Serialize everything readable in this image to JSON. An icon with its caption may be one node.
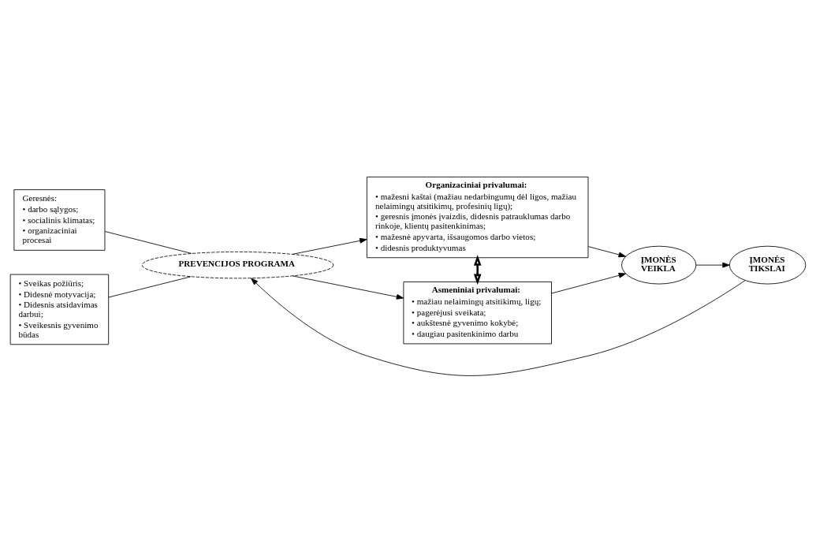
{
  "diagram": {
    "nodes": [
      {
        "text": [
          "Geresnės:",
          "• darbo sąlygos;",
          "• socialinis klimatas;",
          "• organizaciniai procesai"
        ]
      },
      {
        "text": [
          "Organizaciniai privalumai:",
          "• mažesni kaštai (mažiau nedarbingumų dėl ligos, mažiau nelaimingų atsitikimų, profesinių ligų);",
          "• geresnis įmonės įvaizdis, didesnis patrauklumas darbo rinkoje, klientų pasitenkinimas;",
          "• mažesnė apyvarta, išsaugomos darbo vietos;",
          "• didesnis produktyvumas"
        ]
      },
      {
        "text": [
          "PREVENCIJOS PROGRAMA"
        ]
      },
      {
        "text": [
          "ĮMONĖS VEIKLA"
        ]
      },
      {
        "text": [
          "ĮMONĖS TIKSLAI"
        ]
      },
      {
        "text": [
          "• Sveikas požiūris;",
          "• Didesnė motyvacija;",
          "• Didesnis atsidavimas darbui;",
          "• Sveikesnis gyvenimo būdas"
        ]
      },
      {
        "text": [
          "Asmeniniai privalumai:",
          "• mažiau nelaimingų atsitikimų, ligų;",
          "• pagerėjusi sveikata;",
          "• aukštesnė gyvenimo kokybė;",
          "• daugiau pasitenkinimo darbu"
        ]
      }
    ],
    "edges": [
      {
        "from": 0,
        "to": 2,
        "arrow": "none"
      },
      {
        "from": 2,
        "to": 1,
        "arrow": "to"
      },
      {
        "from": 5,
        "to": 2,
        "arrow": "none"
      },
      {
        "from": 2,
        "to": 6,
        "arrow": "to"
      },
      {
        "from": 1,
        "to": 6,
        "arrow": "both",
        "style": "thick"
      },
      {
        "from": 1,
        "to": 3,
        "arrow": "to"
      },
      {
        "from": 6,
        "to": 3,
        "arrow": "to"
      },
      {
        "from": 3,
        "to": 4,
        "arrow": "to"
      },
      {
        "from": 4,
        "to": 2,
        "arrow": "to"
      }
    ]
  }
}
